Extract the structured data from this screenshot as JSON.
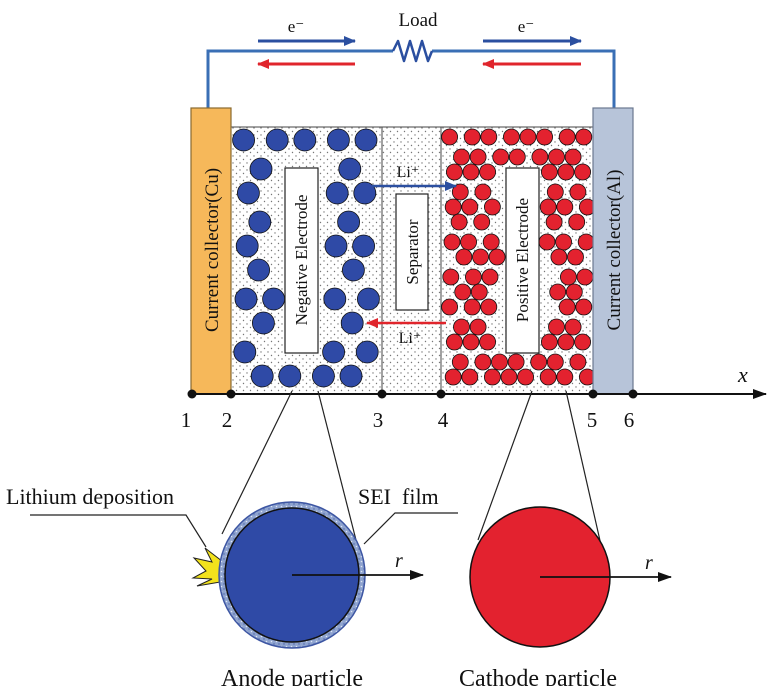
{
  "circuit": {
    "load_label": "Load",
    "electron_left": "e⁻",
    "electron_right": "e⁻",
    "wire_color": "#3a6fb5",
    "electron_arrow_color": "#2b4fa0",
    "return_arrow_color": "#e0252c"
  },
  "cell": {
    "anode_collector_label": "Current collector(Cu)",
    "cathode_collector_label": "Current collector(Al)",
    "negative_electrode_label": "Negative Electrode",
    "separator_label": "Separator",
    "positive_electrode_label": "Positive Electrode",
    "li_ion_top": "Li⁺",
    "li_ion_bottom": "Li⁺",
    "anode_collector_color": "#f6b85a",
    "cathode_collector_color": "#b7c4d9",
    "anode_particle_color": "#2f4aa6",
    "cathode_particle_color": "#e3222f"
  },
  "axis": {
    "label": "x",
    "points": [
      "1",
      "2",
      "3",
      "4",
      "5",
      "6"
    ]
  },
  "particles": {
    "lithium_deposition_label": "Lithium deposition",
    "sei_film_label": "SEI  film",
    "anode_label": "Anode particle",
    "cathode_label": "Cathode particle",
    "radius_label_anode": "r",
    "radius_label_cathode": "r"
  }
}
